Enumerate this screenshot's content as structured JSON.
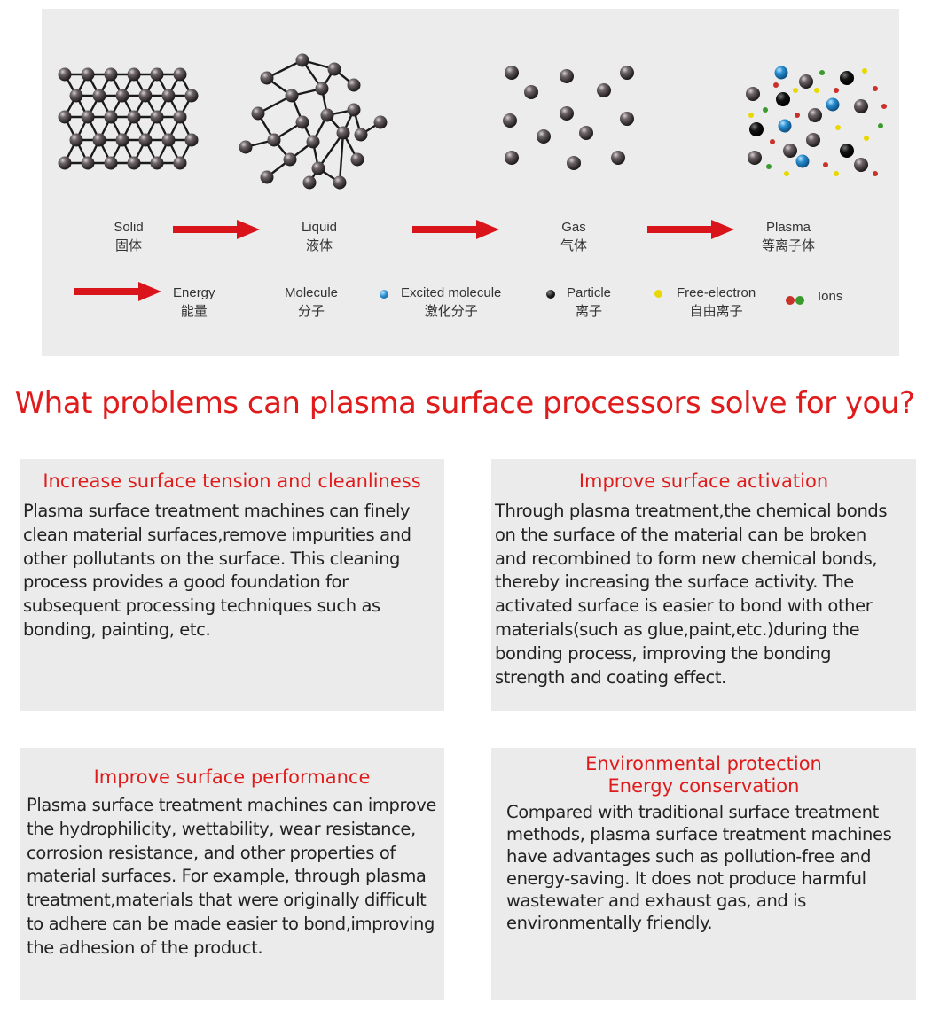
{
  "diagram": {
    "states": [
      {
        "en": "Solid",
        "zh": "固体"
      },
      {
        "en": "Liquid",
        "zh": "液体"
      },
      {
        "en": "Gas",
        "zh": "气体"
      },
      {
        "en": "Plasma",
        "zh": "等离子体"
      }
    ],
    "legend": [
      {
        "en": "Energy",
        "zh": "能量",
        "icon": "red-arrow-icon"
      },
      {
        "en": "Molecule",
        "zh": "分子",
        "icon": ""
      },
      {
        "en": "Excited molecule",
        "zh": "激化分子",
        "icon": "blue-dot-icon"
      },
      {
        "en": "Particle",
        "zh": "离子",
        "icon": "dark-dot-icon"
      },
      {
        "en": "Free-electron",
        "zh": "自由离子",
        "icon": "yellow-dot-icon"
      },
      {
        "en": "Ions",
        "zh": "",
        "icon": "red-green-dots-icon"
      }
    ],
    "colors": {
      "arrow": "#d9141b",
      "sphere": "#3a3438",
      "excited": "#2a8fd0",
      "electron": "#e8d800",
      "ion_red": "#c8322a",
      "ion_green": "#3a9a2e"
    }
  },
  "headline": "What problems can plasma surface processors solve for you?",
  "cards": [
    {
      "title": "Increase surface tension and cleanliness",
      "body": "Plasma surface treatment machines can finely\nclean material surfaces,remove impurities and\nother pollutants on the surface. This cleaning\nprocess provides a good foundation for\nsubsequent processing techniques such as\nbonding, painting, etc."
    },
    {
      "title": "Improve surface activation",
      "body": "Through plasma treatment,the chemical bonds\non the surface of the material can be broken\nand recombined to form new chemical bonds,\nthereby increasing the surface activity. The\nactivated surface is easier to bond with other\nmaterials(such as glue,paint,etc.)during the\nbonding process, improving the bonding\nstrength and coating effect."
    },
    {
      "title": "Improve surface performance",
      "body": "Plasma surface treatment machines can improve\nthe hydrophilicity, wettability, wear resistance,\ncorrosion resistance, and other properties of\nmaterial surfaces. For example, through plasma\ntreatment,materials that were originally difficult\nto adhere can be made easier to bond,improving\nthe adhesion of the product."
    },
    {
      "title": "Environmental protection\nEnergy conservation",
      "body": "Compared with traditional surface treatment\nmethods, plasma surface treatment machines\nhave advantages such as pollution-free and\nenergy-saving. It does not produce harmful\nwastewater and exhaust gas, and is\nenvironmentally friendly."
    }
  ]
}
